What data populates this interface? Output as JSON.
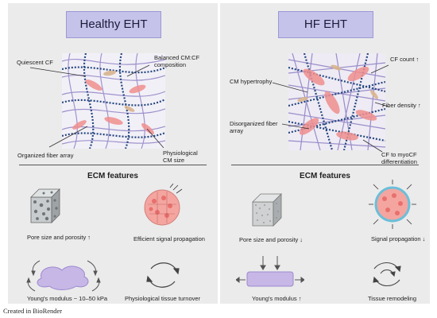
{
  "credit": "Created in BioRender",
  "left": {
    "title": "Healthy EHT",
    "labels": {
      "quiescent_cf": "Quiescent CF",
      "balanced": "Balanced CM:CF composition",
      "organized_fiber": "Organized fiber array",
      "physiological_cm": "Physiological CM size"
    },
    "ecm_title": "ECM features",
    "features": {
      "pore": "Pore size and porosity ↑",
      "signal": "Efficient signal propagation",
      "modulus": "Young's modulus ~ 10–50 kPa",
      "turnover": "Physiological tissue turnover"
    }
  },
  "right": {
    "title": "HF EHT",
    "labels": {
      "cm_hypertrophy": "CM hypertrophy",
      "cf_count": "CF count ↑",
      "fiber_density": "Fiber density ↑",
      "disorganized": "Disorganized fiber array",
      "cf_myocf": "CF to myoCF differentiation"
    },
    "ecm_title": "ECM features",
    "features": {
      "pore": "Pore size and porosity ↓",
      "signal": "Signal propagation ↓",
      "modulus": "Young's modulus ↑",
      "remodeling": "Tissue remodeling"
    }
  },
  "colors": {
    "panel": "#ebebeb",
    "title_box": "#c5c3ea",
    "fiber_purple": "#7c6bb7",
    "fiber_blue": "#2a4d8f",
    "cm_pink": "#f08f8f",
    "cf_tan": "#d9b48e"
  }
}
